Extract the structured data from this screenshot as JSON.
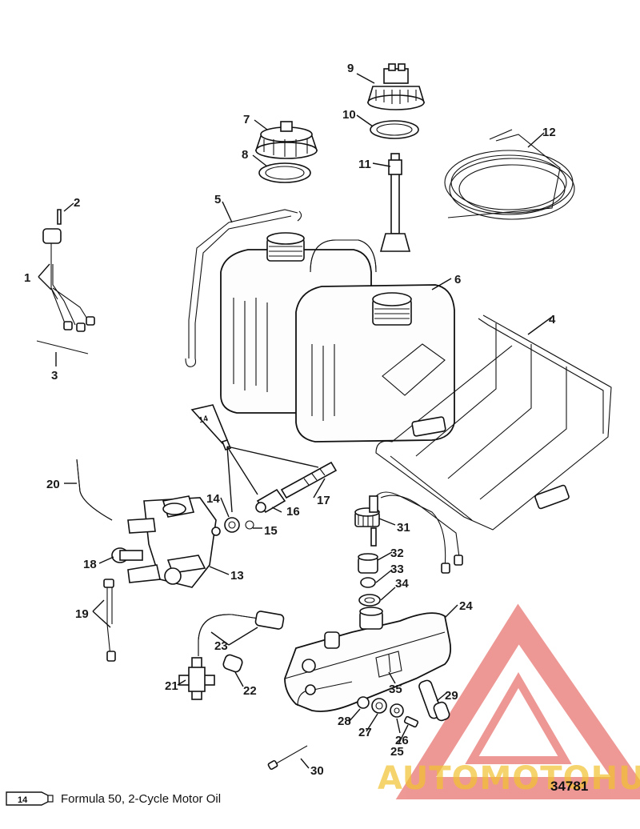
{
  "callouts": [
    {
      "num": "1"
    },
    {
      "num": "2"
    },
    {
      "num": "3"
    },
    {
      "num": "4"
    },
    {
      "num": "5"
    },
    {
      "num": "6"
    },
    {
      "num": "7"
    },
    {
      "num": "8"
    },
    {
      "num": "9"
    },
    {
      "num": "10"
    },
    {
      "num": "11"
    },
    {
      "num": "12"
    },
    {
      "num": "13"
    },
    {
      "num": "14"
    },
    {
      "num": "15"
    },
    {
      "num": "16"
    },
    {
      "num": "17"
    },
    {
      "num": "18"
    },
    {
      "num": "19"
    },
    {
      "num": "20"
    },
    {
      "num": "21"
    },
    {
      "num": "22"
    },
    {
      "num": "23"
    },
    {
      "num": "24"
    },
    {
      "num": "25"
    },
    {
      "num": "26"
    },
    {
      "num": "27"
    },
    {
      "num": "28"
    },
    {
      "num": "29"
    },
    {
      "num": "30"
    },
    {
      "num": "31"
    },
    {
      "num": "32"
    },
    {
      "num": "33"
    },
    {
      "num": "34"
    },
    {
      "num": "35"
    }
  ],
  "tube_label": "14",
  "legend": {
    "tube_label": "14",
    "text": "Formula 50, 2-Cycle Motor Oil"
  },
  "figure_number": "34781",
  "watermark": {
    "text": "AUTOMOTOHUB",
    "triangle_color": "#e0453f",
    "text_color": "#f2c230",
    "hub_color": "#7a7a7a"
  }
}
